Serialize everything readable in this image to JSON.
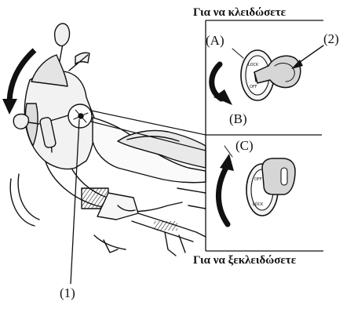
{
  "panels": {
    "lock": {
      "title": "Για να κλειδώσετε",
      "label_a": "(A)",
      "label_b": "(B)",
      "label_2": "(2)"
    },
    "unlock": {
      "title": "Για να ξεκλειδώσετε",
      "label_c": "(C)"
    }
  },
  "callouts": {
    "label_1": "(1)"
  },
  "colors": {
    "line": "#111111",
    "fill_light": "#ececec",
    "fill_mid": "#cfcfcf",
    "background": "#ffffff"
  }
}
